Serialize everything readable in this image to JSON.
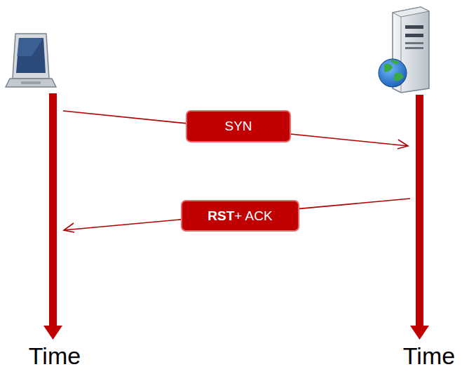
{
  "diagram": {
    "labels": [
      "SYN",
      "RST + ACK",
      "Time",
      "Time"
    ]
  }
}
